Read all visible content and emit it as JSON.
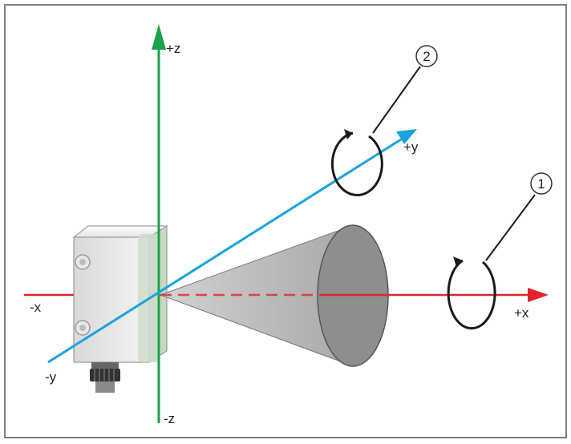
{
  "axes": {
    "z_pos": "+z",
    "z_neg": "-z",
    "y_pos": "+y",
    "y_neg": "-y",
    "x_pos": "+x",
    "x_neg": "-x"
  },
  "callouts": {
    "one": "1",
    "two": "2"
  },
  "colors": {
    "z_axis": "#18a24a",
    "x_axis": "#e2232c",
    "y_axis": "#1aa3dd",
    "cone_fill": "#b9b9b9",
    "cone_base": "#8e8e8e",
    "frame": "#555555"
  },
  "icons": [
    "sensor-housing",
    "connector-plug",
    "rotation-arrow-icon"
  ]
}
